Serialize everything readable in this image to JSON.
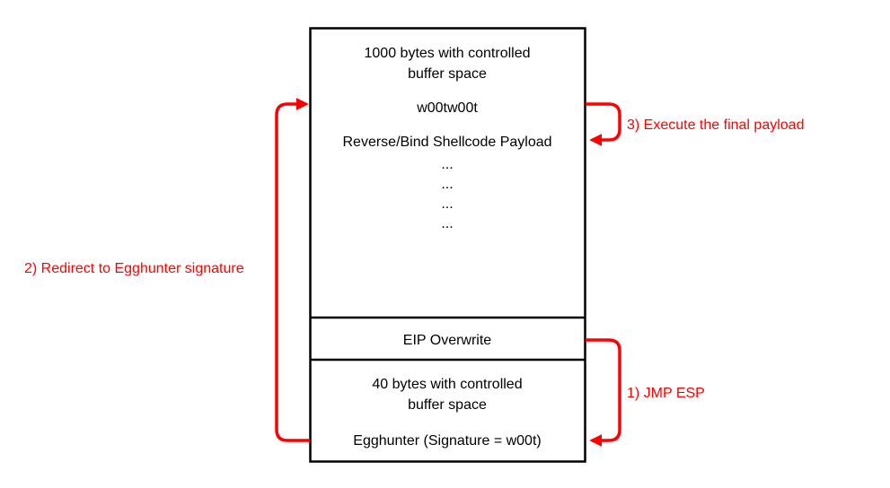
{
  "colors": {
    "arrow": "#ff0000",
    "box": "#000000"
  },
  "top_block": {
    "line1": "1000 bytes with controlled",
    "line2": "buffer space",
    "signature": "w00tw00t",
    "payload": "Reverse/Bind Shellcode Payload",
    "dots": [
      "...",
      "...",
      "...",
      "..."
    ]
  },
  "eip_block": {
    "label": "EIP Overwrite"
  },
  "bottom_block": {
    "line1": "40 bytes with controlled",
    "line2": "buffer space",
    "egghunter": "Egghunter (Signature = w00t)"
  },
  "arrows": {
    "step1": "1) JMP ESP",
    "step2": "2) Redirect to Egghunter signature",
    "step3": "3) Execute the final payload"
  }
}
